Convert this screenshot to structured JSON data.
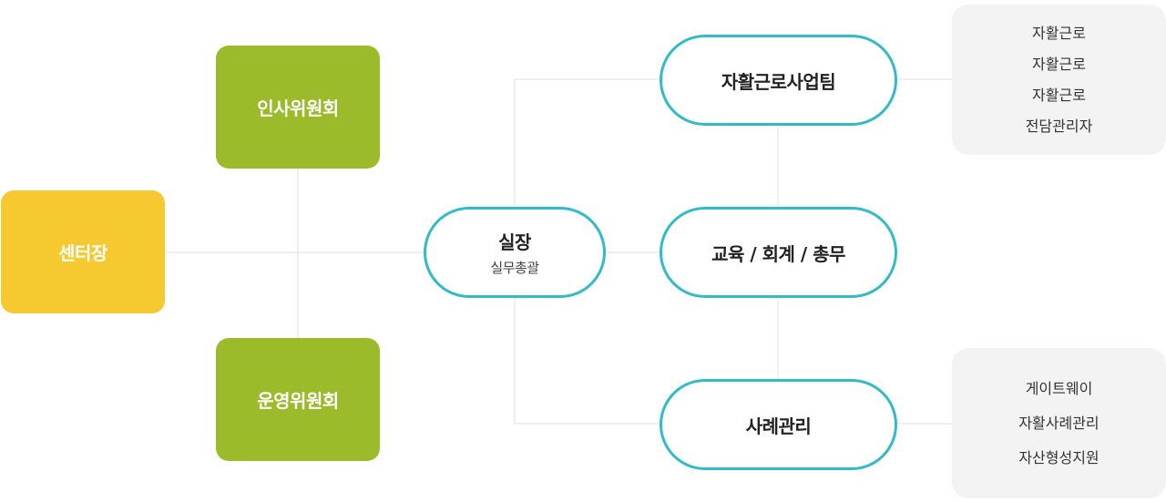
{
  "center_head": {
    "label": "센터장"
  },
  "committees": {
    "hr": "인사위원회",
    "ops": "운영위원회"
  },
  "manager": {
    "title": "실장",
    "subtitle": "실무총괄"
  },
  "teams": {
    "self_support": "자활근로사업팀",
    "edu_admin": "교육 / 회계 / 총무",
    "case_mgmt": "사례관리"
  },
  "self_support_staff": [
    "자활근로",
    "자활근로",
    "자활근로",
    "전담관리자"
  ],
  "case_mgmt_programs": [
    "게이트웨이",
    "자활사례관리",
    "자산형성지원"
  ],
  "colors": {
    "center_head": "#f6c930",
    "committee": "#9bbb2b",
    "pill_border": "#2fbcc8",
    "info_bg": "#f3f3f3",
    "connector": "#e1e1e1"
  }
}
